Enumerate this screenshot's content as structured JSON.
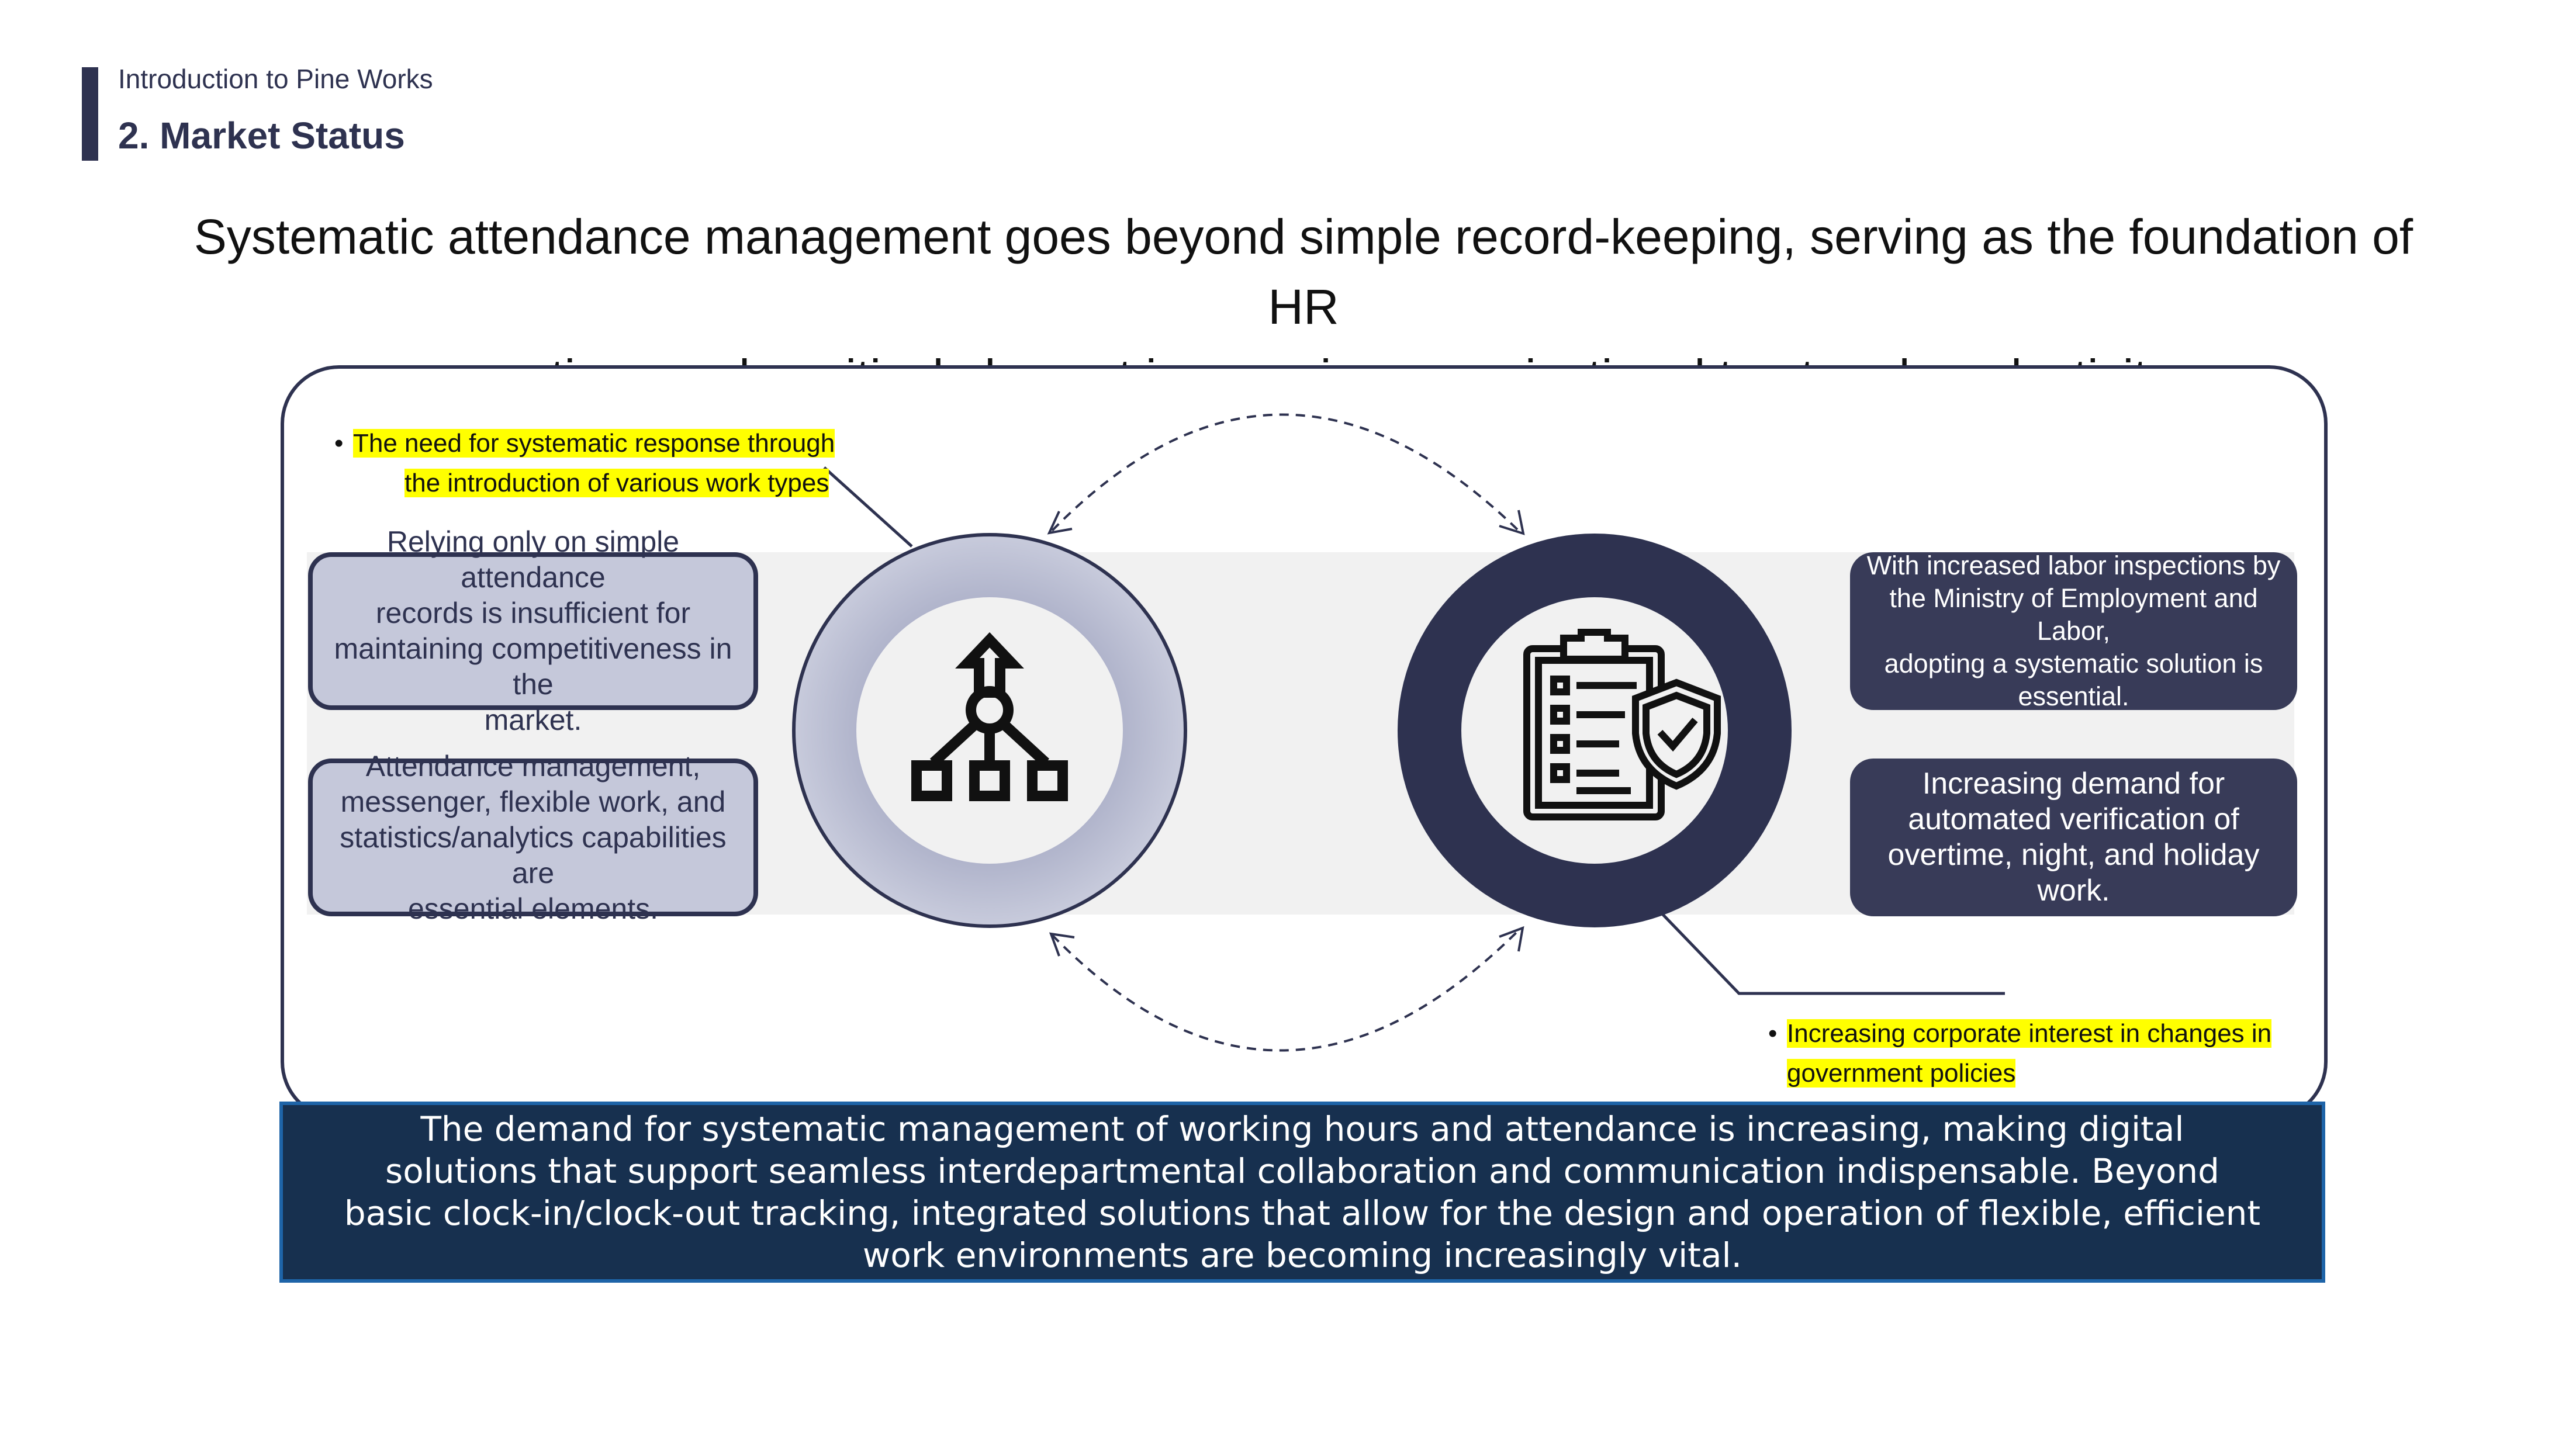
{
  "header": {
    "section_label": "Introduction to Pine Works",
    "section_title": "2. Market Status"
  },
  "subtitle": {
    "line1": "Systematic attendance management goes beyond simple record-keeping, serving as the foundation of HR",
    "line2": "operations and a critical element in ensuring organizational trust and productivity."
  },
  "left_boxes": [
    {
      "lines": [
        "Relying only on simple attendance",
        "records is insufficient for",
        "maintaining competitiveness in the",
        "market."
      ]
    },
    {
      "lines": [
        "Attendance management,",
        "messenger, flexible work, and",
        "statistics/analytics capabilities are",
        "essential elements."
      ]
    }
  ],
  "right_boxes": [
    {
      "lines": [
        "With increased labor inspections by",
        "the Ministry of Employment and Labor,",
        "adopting a systematic solution is",
        "essential."
      ]
    },
    {
      "lines": [
        "Increasing demand for",
        "automated verification of",
        "overtime, night, and holiday",
        "work."
      ]
    }
  ],
  "notes": {
    "top": {
      "line1": "The need for systematic response through",
      "line2": "the introduction of various work types"
    },
    "bottom": {
      "line1": "Increasing corporate interest in changes in",
      "line2": "government policies"
    }
  },
  "icons": {
    "left_circle": "hierarchy-network-icon",
    "right_circle": "clipboard-checklist-shield-icon"
  },
  "colors": {
    "navy": "#2e3250",
    "lavender": "#c5c8da",
    "dark_box": "#383b58",
    "footer_bg": "#17304f",
    "highlight": "#ffff00"
  },
  "footer": {
    "text": "The demand for systematic management of working hours and attendance is increasing, making digital solutions that support seamless interdepartmental collaboration and communication indispensable. Beyond basic clock-in/clock-out tracking, integrated solutions that allow for the design and operation of flexible, efficient work environments are becoming increasingly vital."
  }
}
